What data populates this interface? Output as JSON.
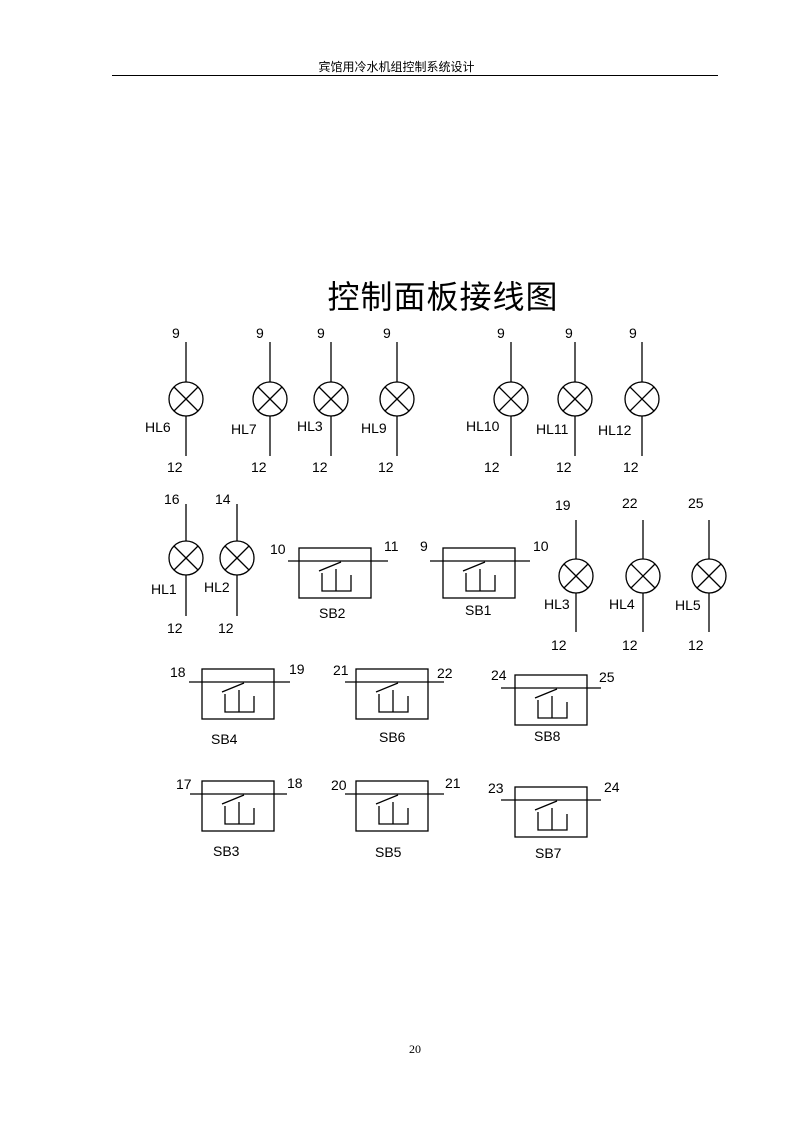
{
  "header": {
    "title": "宾馆用冷水机组控制系统设计"
  },
  "diagram_title": "控制面板接线图",
  "page_number": "20",
  "lamps": [
    {
      "label": "HL6",
      "top": "9",
      "bottom": "12"
    },
    {
      "label": "HL7",
      "top": "9",
      "bottom": "12"
    },
    {
      "label": "HL3",
      "top": "9",
      "bottom": "12"
    },
    {
      "label": "HL9",
      "top": "9",
      "bottom": "12"
    },
    {
      "label": "HL10",
      "top": "9",
      "bottom": "12"
    },
    {
      "label": "HL11",
      "top": "9",
      "bottom": "12"
    },
    {
      "label": "HL12",
      "top": "9",
      "bottom": "12"
    },
    {
      "label": "HL1",
      "top": "16",
      "bottom": "12"
    },
    {
      "label": "HL2",
      "top": "14",
      "bottom": "12"
    },
    {
      "label": "HL3",
      "top": "19",
      "bottom": "12"
    },
    {
      "label": "HL4",
      "top": "22",
      "bottom": "12"
    },
    {
      "label": "HL5",
      "top": "25",
      "bottom": "12"
    }
  ],
  "switches": [
    {
      "label": "SB2",
      "left": "10",
      "right": "11"
    },
    {
      "label": "SB1",
      "left": "9",
      "right": "10"
    },
    {
      "label": "SB4",
      "left": "18",
      "right": "19"
    },
    {
      "label": "SB6",
      "left": "21",
      "right": "22"
    },
    {
      "label": "SB8",
      "left": "24",
      "right": "25"
    },
    {
      "label": "SB3",
      "left": "17",
      "right": "18"
    },
    {
      "label": "SB5",
      "left": "20",
      "right": "21"
    },
    {
      "label": "SB7",
      "left": "23",
      "right": "24"
    }
  ]
}
